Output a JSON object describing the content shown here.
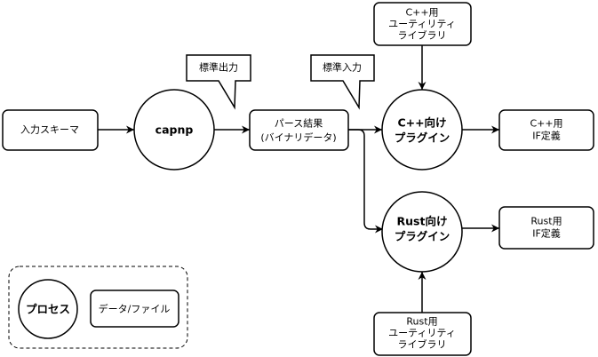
{
  "diagram": {
    "input_schema": {
      "label": "入力スキーマ"
    },
    "capnp": {
      "label": "capnp"
    },
    "parse_result": {
      "lines": [
        "パース結果",
        "(バイナリデータ)"
      ]
    },
    "stdout_callout": {
      "label": "標準出力"
    },
    "stdin_callout": {
      "label": "標準入力"
    },
    "cpp_utility_library": {
      "lines": [
        "C++用",
        "ユーティリティ",
        "ライブラリ"
      ]
    },
    "cpp_plugin": {
      "lines": [
        "C++向け",
        "プラグイン"
      ]
    },
    "cpp_if_definition": {
      "lines": [
        "C++用",
        "IF定義"
      ]
    },
    "rust_plugin": {
      "lines": [
        "Rust向け",
        "プラグイン"
      ]
    },
    "rust_if_definition": {
      "lines": [
        "Rust用",
        "IF定義"
      ]
    },
    "rust_utility_library": {
      "lines": [
        "Rust用",
        "ユーティリティ",
        "ライブラリ"
      ]
    }
  },
  "legend": {
    "process": "プロセス",
    "data_file": "データ/ファイル"
  },
  "colors": {
    "stroke": "#000000",
    "fill": "#ffffff",
    "text": "#000000",
    "background": "#ffffff"
  }
}
